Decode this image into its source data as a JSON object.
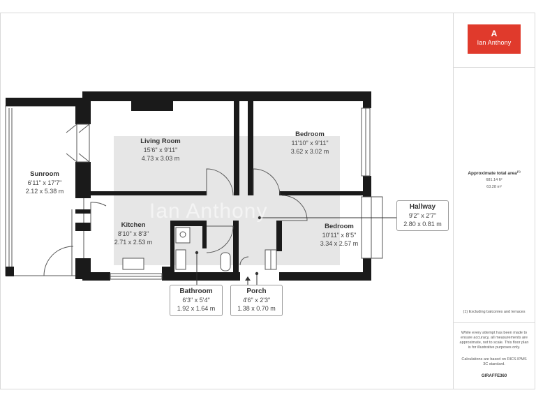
{
  "brand": {
    "name": "Ian Anthony",
    "color": "#e03a2c",
    "mark": "A"
  },
  "watermark": "Ian Anthony",
  "rooms": [
    {
      "id": "sunroom",
      "name": "Sunroom",
      "imperial": "6'11\" x 17'7\"",
      "metric": "2.12 x 5.38 m"
    },
    {
      "id": "living-room",
      "name": "Living Room",
      "imperial": "15'6\" x 9'11\"",
      "metric": "4.73 x 3.03 m"
    },
    {
      "id": "bedroom-1",
      "name": "Bedroom",
      "imperial": "11'10\" x 9'11\"",
      "metric": "3.62 x 3.02 m"
    },
    {
      "id": "kitchen",
      "name": "Kitchen",
      "imperial": "8'10\" x 8'3\"",
      "metric": "2.71 x 2.53 m"
    },
    {
      "id": "bedroom-2",
      "name": "Bedroom",
      "imperial": "10'11\" x 8'5\"",
      "metric": "3.34 x 2.57 m"
    },
    {
      "id": "hallway",
      "name": "Hallway",
      "imperial": "9'2\" x 2'7\"",
      "metric": "2.80 x 0.81 m"
    },
    {
      "id": "bathroom",
      "name": "Bathroom",
      "imperial": "6'3\" x 5'4\"",
      "metric": "1.92 x 1.64 m"
    },
    {
      "id": "porch",
      "name": "Porch",
      "imperial": "4'6\" x 2'3\"",
      "metric": "1.38 x 0.70 m"
    }
  ],
  "sidebar": {
    "area_title": "Approximate total area",
    "area_title_suffix": "(1)",
    "area_sqft": "681.14 ft²",
    "area_sqm": "63.28 m²",
    "footnote": "(1) Excluding balconies and terraces",
    "disclaimer": "While every attempt has been made to ensure accuracy, all measurements are approximate, not to scale. This floor plan is for illustrative purposes only.",
    "calculation": "Calculations are based on RICS IPMS 3C standard.",
    "provider": "GIRAFFE360"
  },
  "colors": {
    "wall": "#1a1a1a",
    "room_fill": "#e6e6e6",
    "panel_border": "#d9d9d9"
  }
}
